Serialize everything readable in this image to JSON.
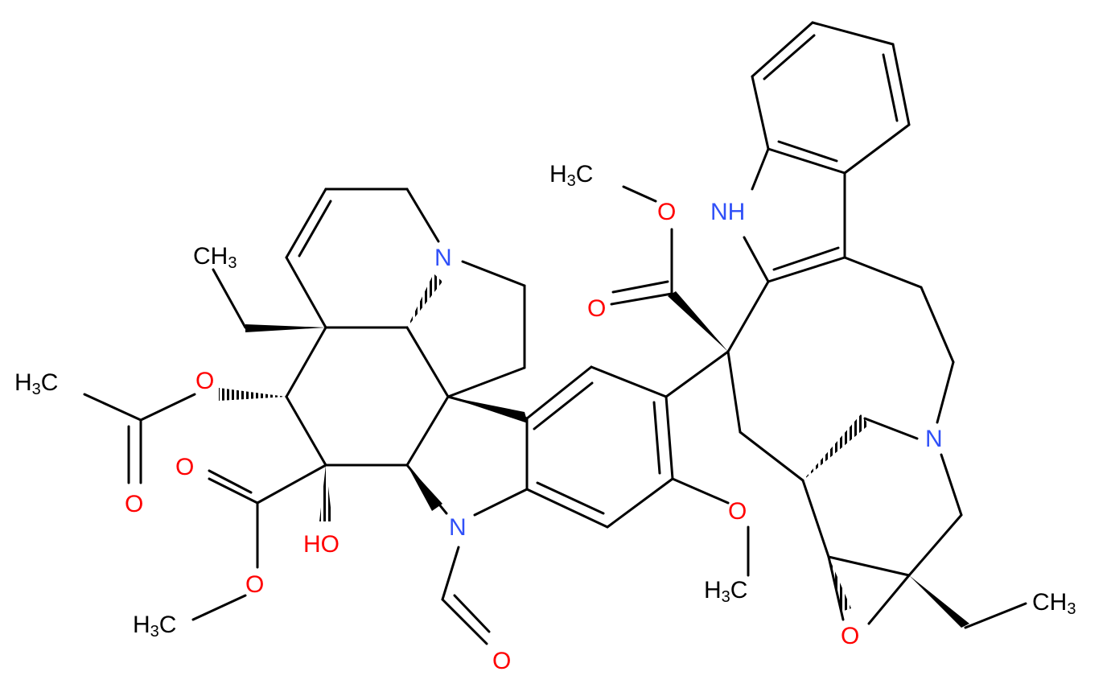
{
  "colors": {
    "bond": "#000000",
    "oxygen": "#ff0000",
    "nitrogen": "#3050f8",
    "carbon_label": "#000000"
  },
  "atom_labels": [
    {
      "id": "ch3-ethyl-left",
      "text": "CH3",
      "element": "C"
    },
    {
      "id": "n-left-top",
      "text": "N",
      "element": "N"
    },
    {
      "id": "o-acetate",
      "text": "O",
      "element": "O"
    },
    {
      "id": "h3c-acetyl",
      "text": "H3C",
      "element": "C"
    },
    {
      "id": "o-acetyl-carbonyl",
      "text": "O",
      "element": "O"
    },
    {
      "id": "o-ester-left-carbonyl",
      "text": "O",
      "element": "O"
    },
    {
      "id": "ho-left",
      "text": "HO",
      "element": "O"
    },
    {
      "id": "o-ester-left-methoxy",
      "text": "O",
      "element": "O"
    },
    {
      "id": "h3c-ester-left",
      "text": "H3C",
      "element": "C"
    },
    {
      "id": "n-indoline",
      "text": "N",
      "element": "N"
    },
    {
      "id": "o-formyl",
      "text": "O",
      "element": "O"
    },
    {
      "id": "o-aryl-methoxy",
      "text": "O",
      "element": "O"
    },
    {
      "id": "h3c-aryl-methoxy",
      "text": "H3C",
      "element": "C"
    },
    {
      "id": "h3c-ester-right",
      "text": "H3C",
      "element": "C"
    },
    {
      "id": "o-ester-right-methoxy",
      "text": "O",
      "element": "O"
    },
    {
      "id": "o-ester-right-carbonyl",
      "text": "O",
      "element": "O"
    },
    {
      "id": "nh-indole",
      "text": "NH",
      "element": "N"
    },
    {
      "id": "n-right-bridge",
      "text": "N",
      "element": "N"
    },
    {
      "id": "o-epoxide",
      "text": "O",
      "element": "O"
    },
    {
      "id": "ch3-ethyl-right",
      "text": "CH3",
      "element": "C"
    }
  ]
}
